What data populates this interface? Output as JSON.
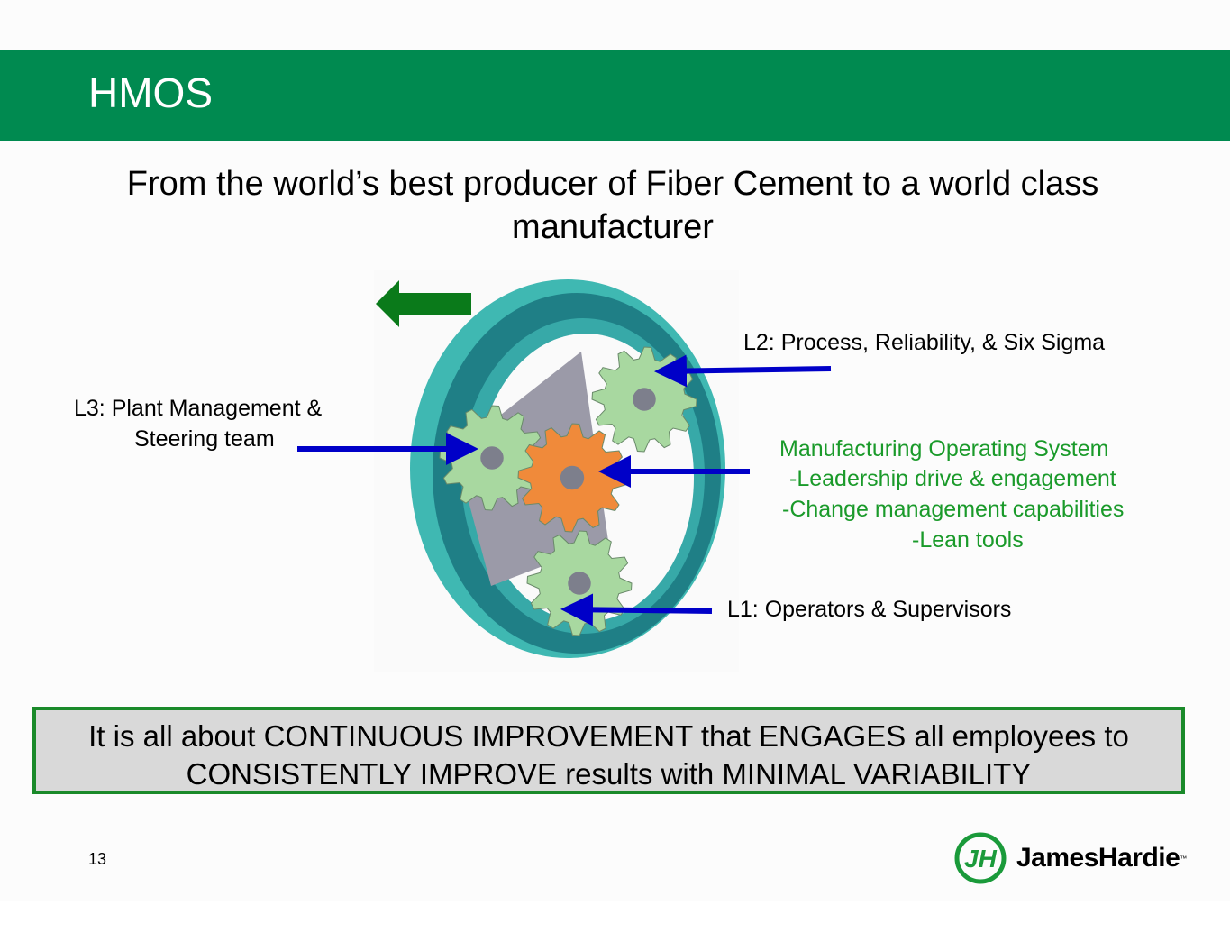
{
  "header": {
    "title": "HMOS"
  },
  "subtitle": {
    "line1": "From the world’s best producer of Fiber Cement to a world class",
    "line2": "manufacturer"
  },
  "labels": {
    "l2": "L2: Process, Reliability, & Six Sigma",
    "l3_line1": "L3: Plant Management &",
    "l3_line2": "Steering team",
    "mos_title": "Manufacturing Operating System",
    "mos_items": [
      "-Leadership drive & engagement",
      "-Change management capabilities",
      "-Lean tools"
    ],
    "l1": "L1: Operators & Supervisors"
  },
  "callout": {
    "line1": "It is all about CONTINUOUS IMPROVEMENT that ENGAGES all employees to",
    "line2": "CONSISTENTLY IMPROVE results with MINIMAL VARIABILITY"
  },
  "footer": {
    "page_number": "13",
    "logo_text": "JamesHardie",
    "logo_tm": "™",
    "logo_mark": "JH"
  },
  "colors": {
    "brand_green": "#008a50",
    "arrow_blue": "#0000c8",
    "mos_green": "#1a9a2a",
    "ring": "#2a9fa0",
    "planet": "#a8d8a0",
    "sun": "#f08a3a"
  }
}
